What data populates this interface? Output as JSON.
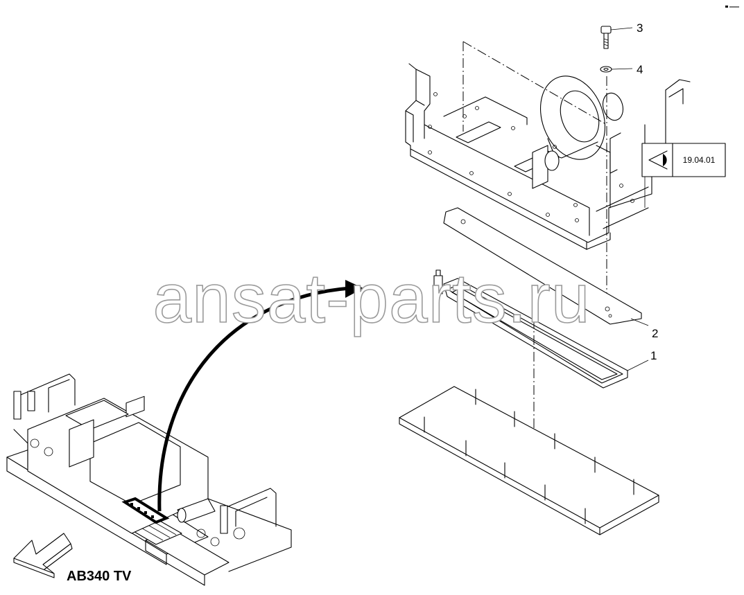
{
  "diagram": {
    "callouts": [
      {
        "id": "3",
        "label": "3"
      },
      {
        "id": "4",
        "label": "4"
      },
      {
        "id": "2",
        "label": "2"
      },
      {
        "id": "1",
        "label": "1"
      }
    ],
    "reference_box": {
      "icon": "eye-view-icon",
      "text": "19.04.01"
    },
    "watermark": "ansat-parts.ru",
    "machine_label": "AB340 TV",
    "arrow_icon": "direction-arrow-icon"
  }
}
